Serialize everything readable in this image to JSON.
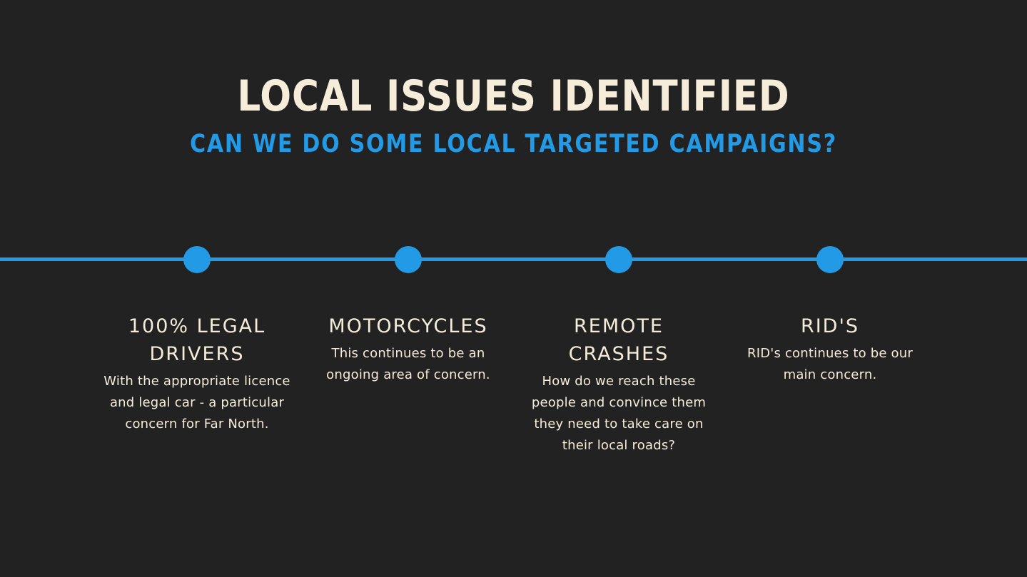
{
  "slide": {
    "title": "LOCAL ISSUES IDENTIFIED",
    "subtitle": "CAN WE DO SOME LOCAL TARGETED CAMPAIGNS?",
    "colors": {
      "background": "#222222",
      "accent": "#239ae6",
      "text": "#f5ecd9"
    }
  },
  "timeline": {
    "items": [
      {
        "heading": "100% LEGAL DRIVERS",
        "body": "With the appropriate licence and legal car - a particular concern for Far North."
      },
      {
        "heading": "MOTORCYCLES",
        "body": "This continues to be an ongoing area of concern."
      },
      {
        "heading": "REMOTE CRASHES",
        "body": "How do we reach these people and convince them they need to take care on their local roads?"
      },
      {
        "heading": "RID'S",
        "body": "RID's continues to be our main concern."
      }
    ]
  }
}
